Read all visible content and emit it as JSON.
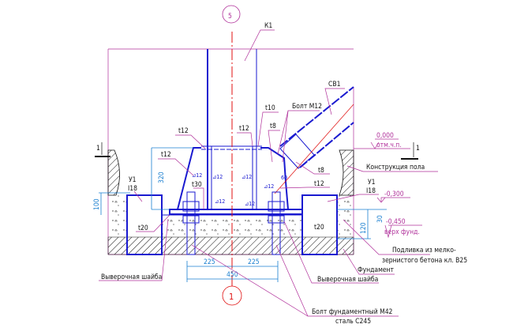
{
  "axes": {
    "top": "5",
    "bottom": "1"
  },
  "section_mark": "1",
  "labels": {
    "column": "К1",
    "brace": "СВ1",
    "t10": "t10",
    "bolt_m12": "Болт М12",
    "t8_top": "t8",
    "t12_top_left": "t12",
    "t12_top_mid": "t12",
    "t12_left": "t12",
    "t30": "t30",
    "beam_left": "У1",
    "beam_left_profile": "I18",
    "t20_left": "t20",
    "t20_right": "t20",
    "t8_right": "t8",
    "t12_right": "t12",
    "beam_right": "У1",
    "beam_right_profile": "I18",
    "floor": "Конструкция пола",
    "grout_1": "Подливка из мелко-",
    "grout_2": "зернистого бетона кл. B25",
    "foundation": "Фундамент",
    "washer_left": "Выверочная шайба",
    "washer_right": "Выверочная шайба",
    "anchor_1": "Болт фундаментный М42",
    "anchor_2": "сталь С245",
    "angle": "60"
  },
  "levels": {
    "floor_value": "0,000",
    "floor_note": "отм.ч.п.",
    "level_2": "-0,300",
    "level_3": "-0,450",
    "level_3_note": "верх фунд."
  },
  "dimensions": {
    "left_half": "225",
    "right_half": "225",
    "total": "450",
    "h320": "320",
    "h100": "100",
    "h30": "30",
    "h120": "120"
  },
  "weld": "12",
  "colors": {
    "steel": "#1a1ad0",
    "leader": "#b0309a",
    "dim": "#1a7fd0",
    "axis": "#e01010"
  }
}
